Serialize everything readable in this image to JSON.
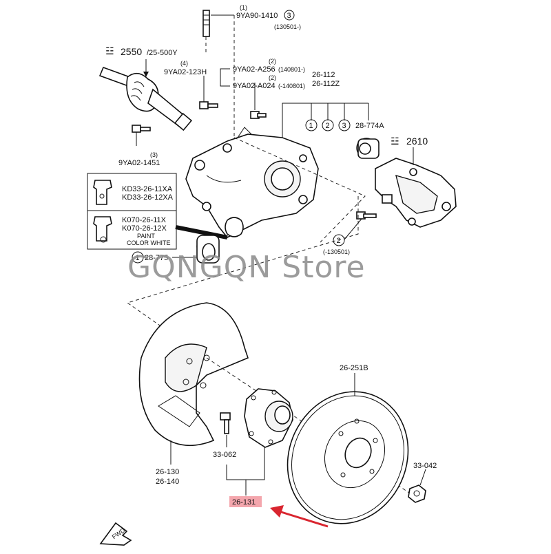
{
  "watermark": "GQNGQN Store",
  "labels": {
    "stud_top_num": "(1)",
    "stud_top": "9YA90-1410",
    "stud_top_circ": "3",
    "stud_top_date": "(130501-)",
    "driveshaft": "2550",
    "driveshaft_sub": "/25-500Y",
    "bolt4_num": "(4)",
    "bolt4": "9YA02-123H",
    "bolt2a_num": "(2)",
    "bolt2a": "9YA02-A256",
    "bolt2a_date": "(140801-)",
    "bolt2b_num": "(2)",
    "bolt2b": "9YA02-A024",
    "bolt2b_date": "(-140801)",
    "knuckle_a": "26-112",
    "knuckle_b": "26-112Z",
    "circ1": "1",
    "circ2": "2",
    "circ3": "3",
    "bush_kit": "28-774A",
    "caliper": "2610",
    "bolt3_num": "(3)",
    "bolt3": "9YA02-1451",
    "inset1_a": "KD33-26-11XA",
    "inset1_b": "KD33-26-12XA",
    "inset2_a": "K070-26-11X",
    "inset2_b": "K070-26-12X",
    "inset2_c": "PAINT",
    "inset2_d": "COLOR WHITE",
    "bush_circ": "1",
    "bush": "28-775",
    "bolt_circ": "2",
    "bolt_date": "(-130501)",
    "disc": "26-251B",
    "shield_a": "26-130",
    "shield_b": "26-140",
    "hubbolt": "33-062",
    "nut": "33-042",
    "hub": "26-131",
    "fwd": "FWD"
  },
  "colors": {
    "highlight": "#f4a6ad",
    "arrow": "#d9252f"
  }
}
